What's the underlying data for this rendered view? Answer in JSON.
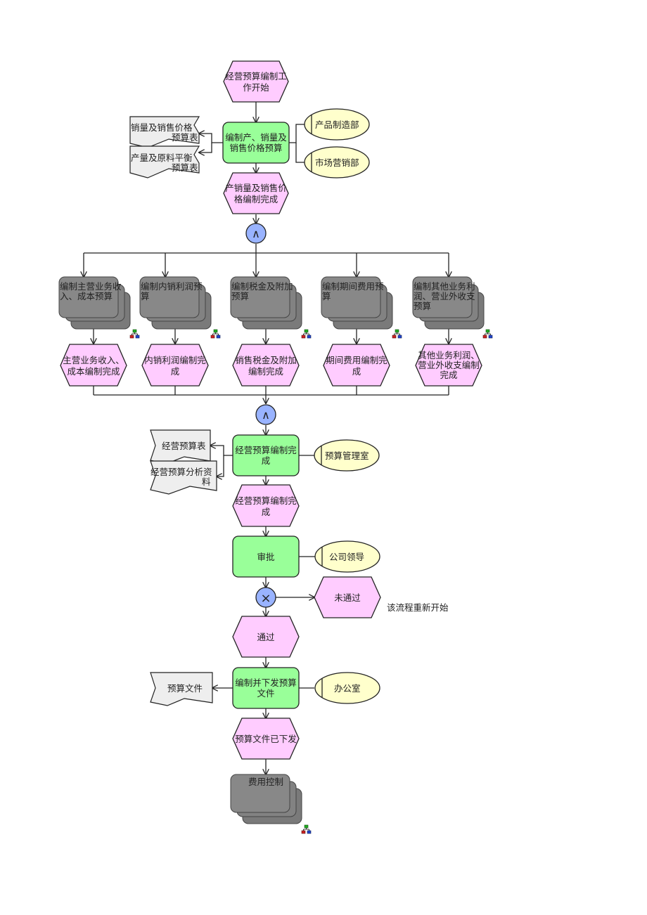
{
  "colors": {
    "event": "#ffccff",
    "function": "#99ff99",
    "org_unit": "#ffffcc",
    "process": "#888888",
    "document": "#eeeeee",
    "connector": "#99b3ff"
  },
  "connectors": {
    "and_symbol": "∧",
    "xor_symbol": "×"
  },
  "events": {
    "start": [
      "经营预算编制工",
      "作开始"
    ],
    "sales_done": [
      "产销量及销售价",
      "格编制完成"
    ],
    "e1": [
      "主营业务收入、",
      "成本编制完成"
    ],
    "e2": [
      "内销利润编制完",
      "成"
    ],
    "e3": [
      "销售税金及附加",
      "编制完成"
    ],
    "e4": [
      "期间费用编制完",
      "成"
    ],
    "e5": [
      "其他业务利润、",
      "营业外收支编制",
      "完成"
    ],
    "op_done": [
      "经营预算编制完",
      "成"
    ],
    "not_passed": [
      "未通过"
    ],
    "passed": [
      "通过"
    ],
    "issued": [
      "预算文件已下发"
    ]
  },
  "functions": {
    "f1": [
      "编制产、销量及",
      "销售价格预算"
    ],
    "f2": [
      "经营预算编制完",
      "成"
    ],
    "f3": [
      "审批"
    ],
    "f4": [
      "编制并下发预算",
      "文件"
    ]
  },
  "processes": {
    "p1": [
      "编制主营业务收",
      "入、成本预算"
    ],
    "p2": [
      "编制内销利润预",
      "算"
    ],
    "p3": [
      "编制税金及附加",
      "预算"
    ],
    "p4": [
      "编制期间费用预",
      "算"
    ],
    "p5": [
      "编制其他业务利",
      "润、营业外收支",
      "预算"
    ],
    "p6": [
      "费用控制"
    ]
  },
  "org_units": {
    "o1": "产品制造部",
    "o2": "市场营销部",
    "o3": "预算管理室",
    "o4": "公司领导",
    "o5": "办公室"
  },
  "documents": {
    "d1": [
      "销量及销售价格",
      "预算表"
    ],
    "d2": [
      "产量及原料平衡",
      "预算表"
    ],
    "d3": [
      "经营预算表"
    ],
    "d4": [
      "经营预算分析资",
      "料"
    ],
    "d5": [
      "预算文件"
    ]
  },
  "notes": {
    "restart": "该流程重新开始"
  }
}
